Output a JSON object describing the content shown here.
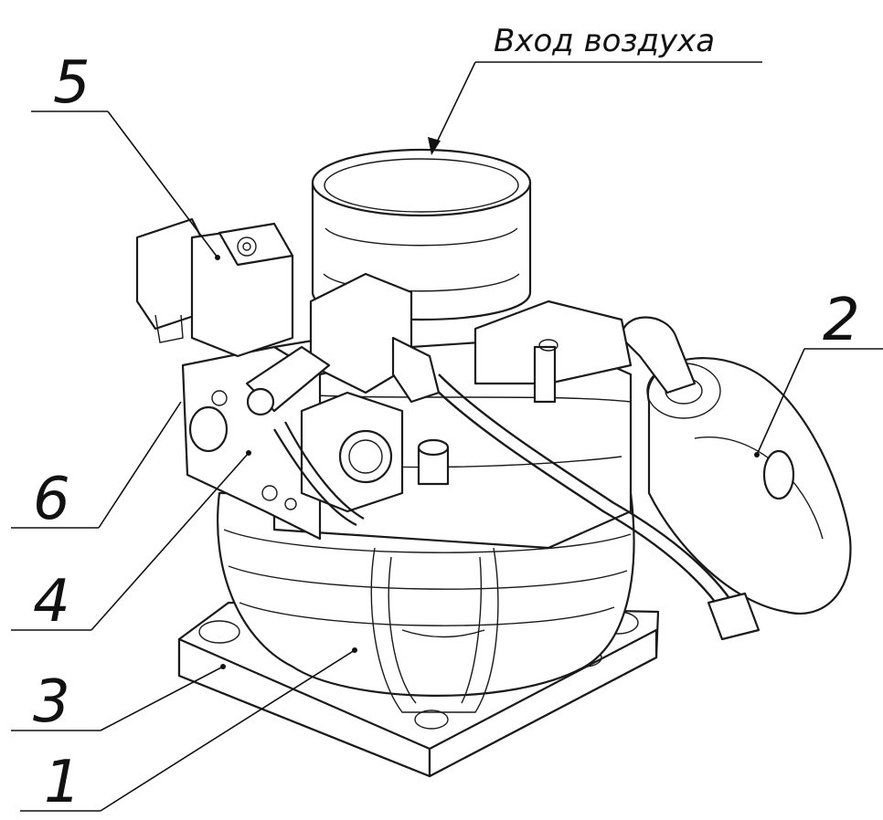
{
  "callouts": {
    "air_inlet": "Вход воздуха",
    "label_1": "1",
    "label_2": "2",
    "label_3": "3",
    "label_4": "4",
    "label_5": "5",
    "label_6": "6"
  },
  "colors": {
    "ink": "#111111",
    "paper": "#ffffff"
  }
}
